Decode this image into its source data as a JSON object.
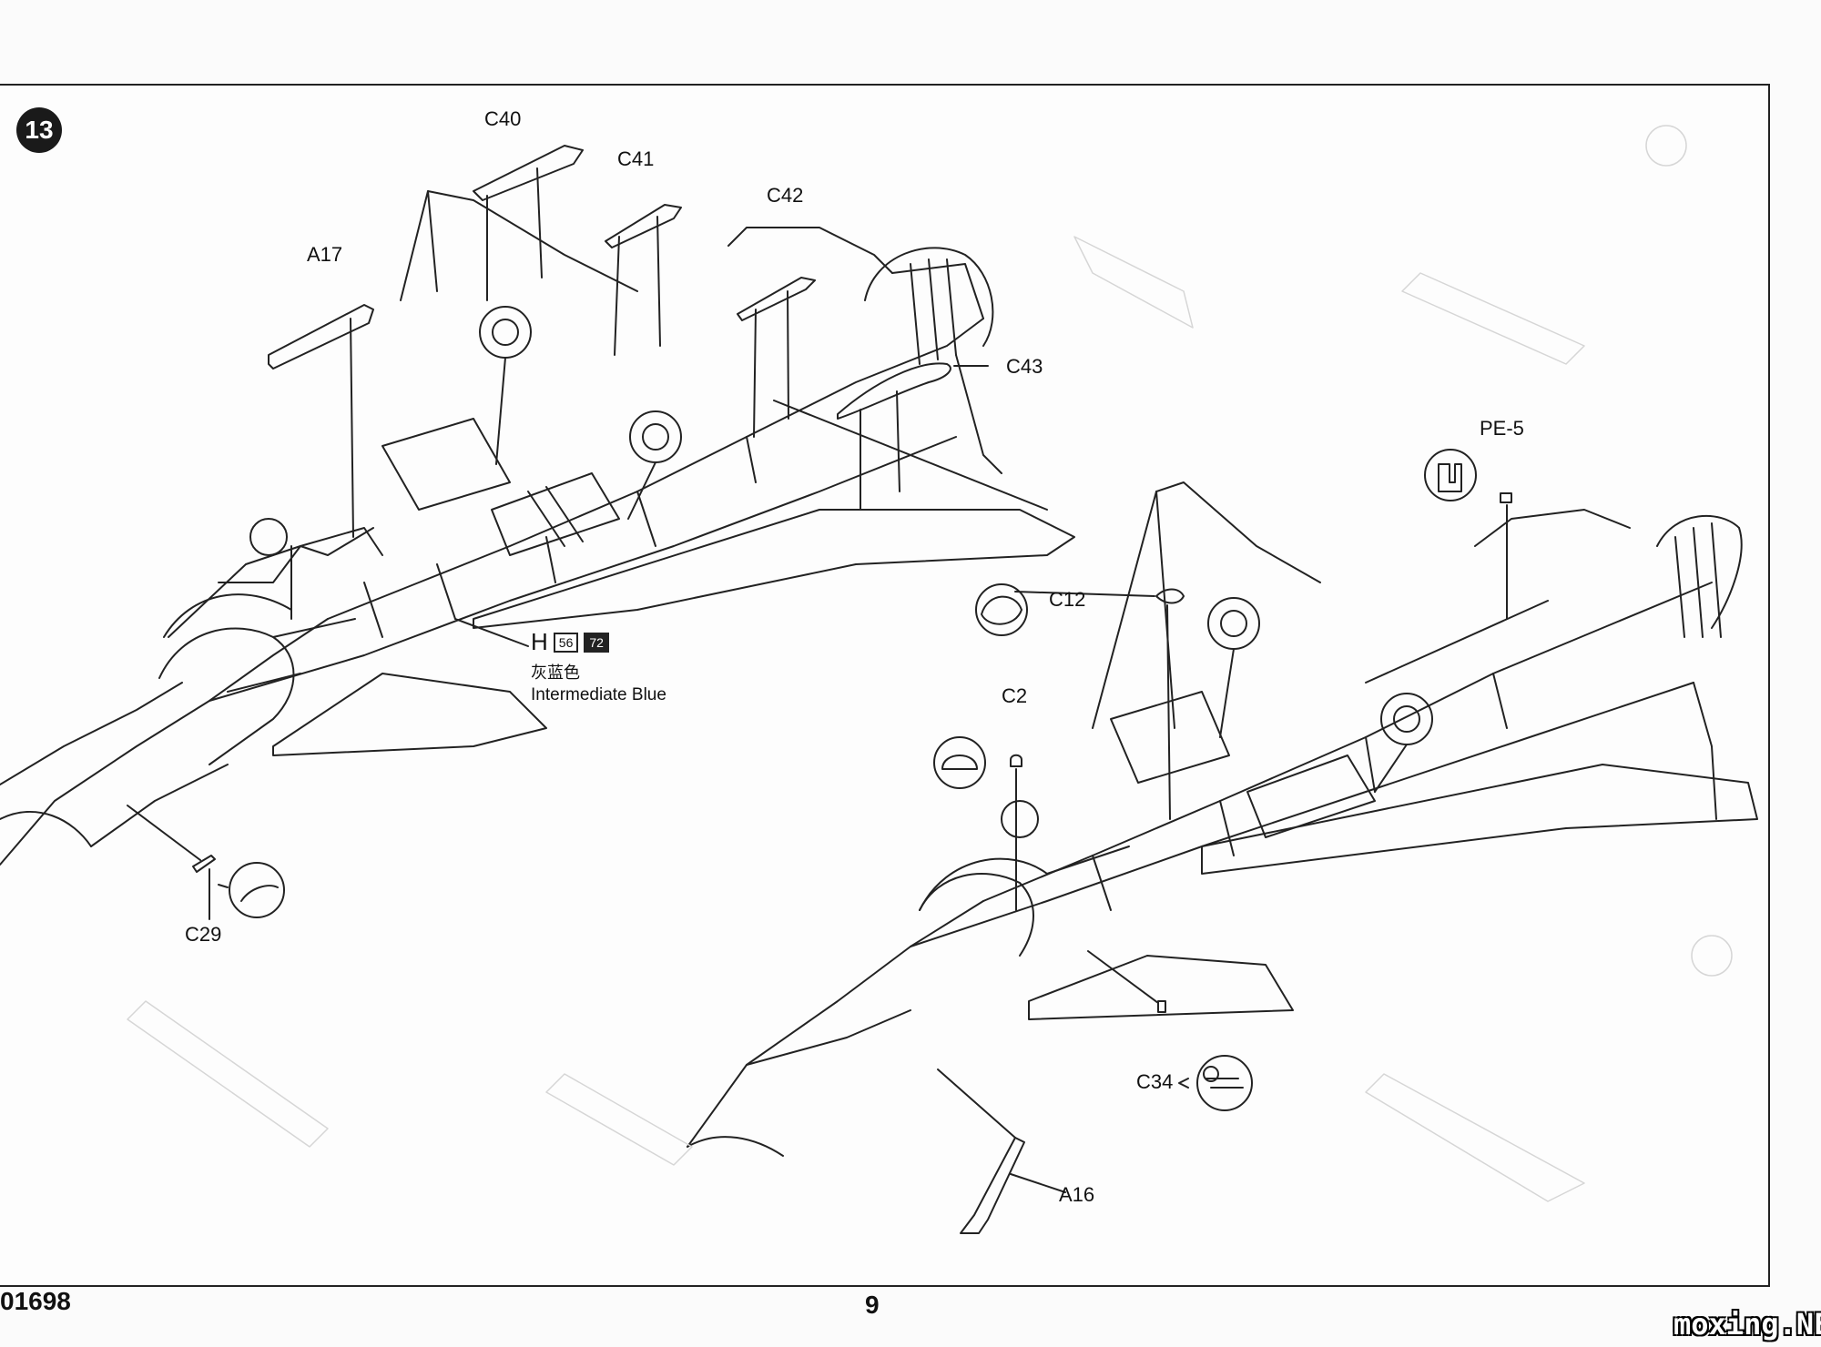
{
  "step_number": "13",
  "parts": {
    "c40": "C40",
    "c41": "C41",
    "c42": "C42",
    "a17": "A17",
    "c43": "C43",
    "c29": "C29",
    "c12": "C12",
    "c2": "C2",
    "pe5": "PE-5",
    "c34": "C34",
    "a16": "A16"
  },
  "paint": {
    "letter": "H",
    "code_light": "56",
    "code_dark": "72",
    "name_cn": "灰蓝色",
    "name_en": "Intermediate Blue"
  },
  "footer": {
    "kit_number": "01698",
    "page_number": "9"
  },
  "watermark": "moxing.NET",
  "colors": {
    "line": "#222222",
    "paper": "#fdfdfd"
  }
}
